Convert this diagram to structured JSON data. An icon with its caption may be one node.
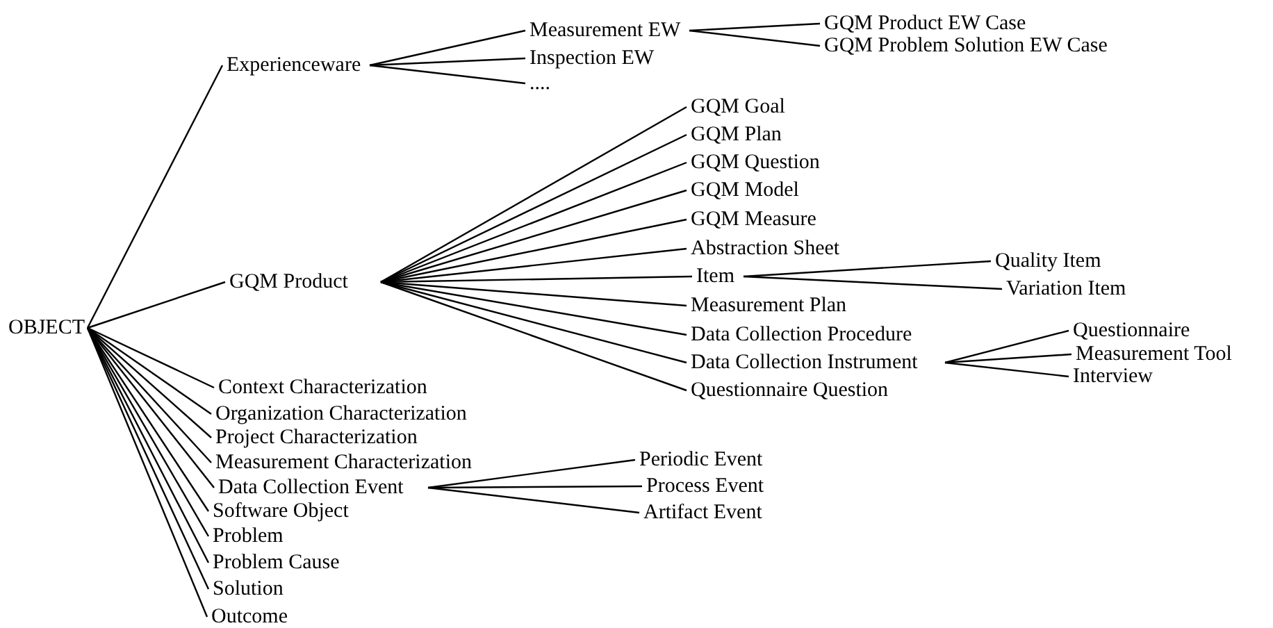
{
  "diagram": {
    "nodes": [
      {
        "text": [
          "OBJECT"
        ]
      },
      {
        "text": [
          "Experienceware"
        ]
      },
      {
        "text": [
          "Measurement EW"
        ]
      },
      {
        "text": [
          "GQM Product EW Case"
        ]
      },
      {
        "text": [
          "GQM Problem Solution EW Case"
        ]
      },
      {
        "text": [
          "Inspection EW"
        ]
      },
      {
        "text": [
          "...."
        ]
      },
      {
        "text": [
          "GQM Product"
        ]
      },
      {
        "text": [
          "GQM Goal"
        ]
      },
      {
        "text": [
          "GQM Plan"
        ]
      },
      {
        "text": [
          "GQM Question"
        ]
      },
      {
        "text": [
          "GQM Model"
        ]
      },
      {
        "text": [
          "GQM Measure"
        ]
      },
      {
        "text": [
          "Abstraction Sheet"
        ]
      },
      {
        "text": [
          "Item"
        ]
      },
      {
        "text": [
          "Quality Item"
        ]
      },
      {
        "text": [
          "Variation Item"
        ]
      },
      {
        "text": [
          "Measurement Plan"
        ]
      },
      {
        "text": [
          "Data Collection Procedure"
        ]
      },
      {
        "text": [
          "Data Collection Instrument"
        ]
      },
      {
        "text": [
          "Questionnaire"
        ]
      },
      {
        "text": [
          "Measurement Tool"
        ]
      },
      {
        "text": [
          "Interview"
        ]
      },
      {
        "text": [
          "Questionnaire Question"
        ]
      },
      {
        "text": [
          "Context Characterization"
        ]
      },
      {
        "text": [
          "Organization Characterization"
        ]
      },
      {
        "text": [
          "Project Characterization"
        ]
      },
      {
        "text": [
          "Measurement Characterization"
        ]
      },
      {
        "text": [
          "Data Collection Event"
        ]
      },
      {
        "text": [
          "Periodic Event"
        ]
      },
      {
        "text": [
          "Process Event"
        ]
      },
      {
        "text": [
          "Artifact Event"
        ]
      },
      {
        "text": [
          "Software Object"
        ]
      },
      {
        "text": [
          "Problem"
        ]
      },
      {
        "text": [
          "Problem Cause"
        ]
      },
      {
        "text": [
          "Solution"
        ]
      },
      {
        "text": [
          "Outcome"
        ]
      }
    ],
    "edges": [
      {
        "from": 0,
        "to": 1,
        "arrow": "none"
      },
      {
        "from": 1,
        "to": 2,
        "arrow": "none"
      },
      {
        "from": 2,
        "to": 3,
        "arrow": "none"
      },
      {
        "from": 2,
        "to": 4,
        "arrow": "none"
      },
      {
        "from": 1,
        "to": 5,
        "arrow": "none"
      },
      {
        "from": 1,
        "to": 6,
        "arrow": "none"
      },
      {
        "from": 0,
        "to": 7,
        "arrow": "none"
      },
      {
        "from": 7,
        "to": 8,
        "arrow": "none"
      },
      {
        "from": 7,
        "to": 9,
        "arrow": "none"
      },
      {
        "from": 7,
        "to": 10,
        "arrow": "none"
      },
      {
        "from": 7,
        "to": 11,
        "arrow": "none"
      },
      {
        "from": 7,
        "to": 12,
        "arrow": "none"
      },
      {
        "from": 7,
        "to": 13,
        "arrow": "none"
      },
      {
        "from": 7,
        "to": 14,
        "arrow": "none"
      },
      {
        "from": 14,
        "to": 15,
        "arrow": "none"
      },
      {
        "from": 14,
        "to": 16,
        "arrow": "none"
      },
      {
        "from": 7,
        "to": 17,
        "arrow": "none"
      },
      {
        "from": 7,
        "to": 18,
        "arrow": "none"
      },
      {
        "from": 7,
        "to": 19,
        "arrow": "none"
      },
      {
        "from": 19,
        "to": 20,
        "arrow": "none"
      },
      {
        "from": 19,
        "to": 21,
        "arrow": "none"
      },
      {
        "from": 19,
        "to": 22,
        "arrow": "none"
      },
      {
        "from": 7,
        "to": 23,
        "arrow": "none"
      },
      {
        "from": 0,
        "to": 24,
        "arrow": "none"
      },
      {
        "from": 0,
        "to": 25,
        "arrow": "none"
      },
      {
        "from": 0,
        "to": 26,
        "arrow": "none"
      },
      {
        "from": 0,
        "to": 27,
        "arrow": "none"
      },
      {
        "from": 0,
        "to": 28,
        "arrow": "none"
      },
      {
        "from": 28,
        "to": 29,
        "arrow": "none"
      },
      {
        "from": 28,
        "to": 30,
        "arrow": "none"
      },
      {
        "from": 28,
        "to": 31,
        "arrow": "none"
      },
      {
        "from": 0,
        "to": 32,
        "arrow": "none"
      },
      {
        "from": 0,
        "to": 33,
        "arrow": "none"
      },
      {
        "from": 0,
        "to": 34,
        "arrow": "none"
      },
      {
        "from": 0,
        "to": 35,
        "arrow": "none"
      },
      {
        "from": 0,
        "to": 36,
        "arrow": "none"
      }
    ]
  }
}
